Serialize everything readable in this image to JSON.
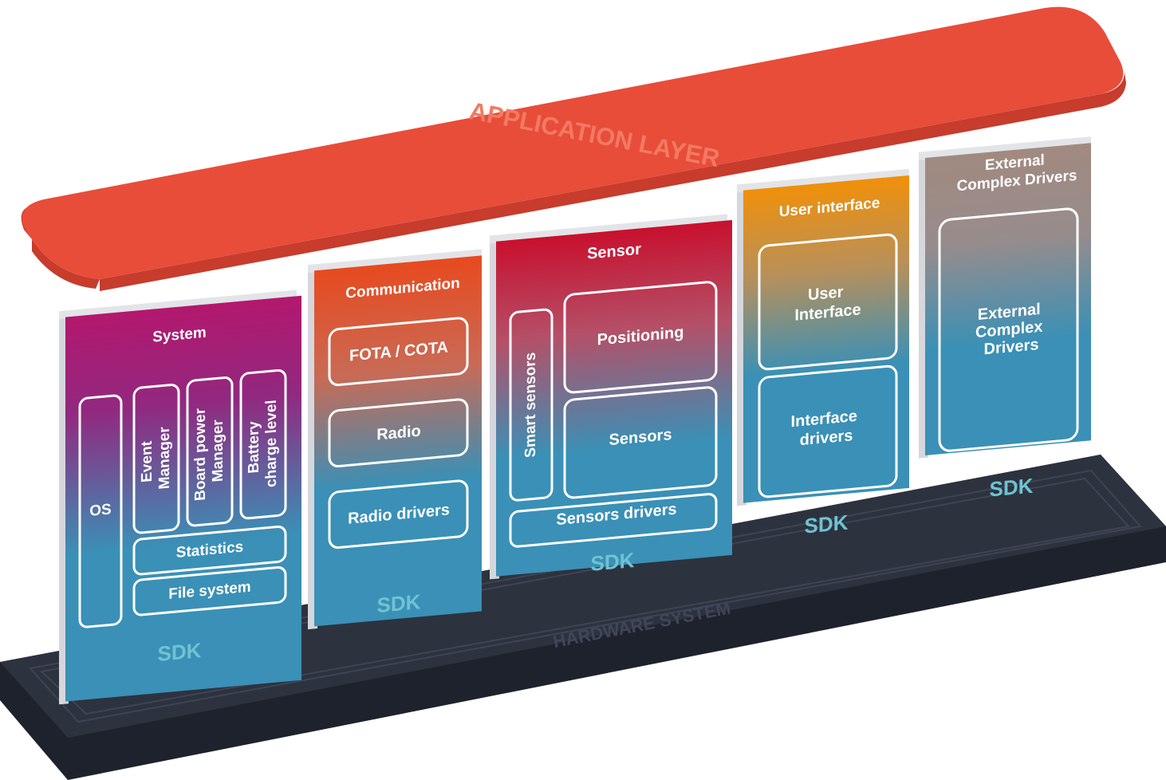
{
  "application_layer": {
    "label": "APPLICATION LAYER",
    "color": "#e84d3a"
  },
  "hardware_system": {
    "label": "HARDWARE SYSTEM",
    "color": "#2d323f"
  },
  "sdk_label": "SDK",
  "blocks": {
    "system": {
      "title": "System",
      "top_color": "#b3186e",
      "bottom_color": "#3a90b6",
      "items": {
        "os": "OS",
        "event_manager": [
          "Event",
          "Manager"
        ],
        "board_power_manager": [
          "Board power",
          "Manager"
        ],
        "battery_charge_level": [
          "Battery",
          "charge level"
        ],
        "statistics": "Statistics",
        "file_system": "File system"
      }
    },
    "communication": {
      "title": "Communication",
      "top_color": "#e84a1f",
      "bottom_color": "#3a90b6",
      "items": {
        "fota_cota": "FOTA / COTA",
        "radio": "Radio",
        "radio_drivers": "Radio drivers"
      }
    },
    "sensor": {
      "title": "Sensor",
      "top_color": "#c8102e",
      "bottom_color": "#3a90b6",
      "items": {
        "smart_sensors": "Smart sensors",
        "positioning": "Positioning",
        "sensors": "Sensors",
        "sensors_drivers": "Sensors drivers"
      }
    },
    "user_interface": {
      "title": "User interface",
      "top_color": "#f0900a",
      "bottom_color": "#3a90b6",
      "items": {
        "user_interface": [
          "User",
          "Interface"
        ],
        "interface_drivers": [
          "Interface",
          "drivers"
        ]
      }
    },
    "external": {
      "title": [
        "External",
        "Complex Drivers"
      ],
      "top_color": "#a18a80",
      "bottom_color": "#3a90b6",
      "items": {
        "external_complex_drivers": [
          "External",
          "Complex",
          "Drivers"
        ]
      }
    }
  }
}
